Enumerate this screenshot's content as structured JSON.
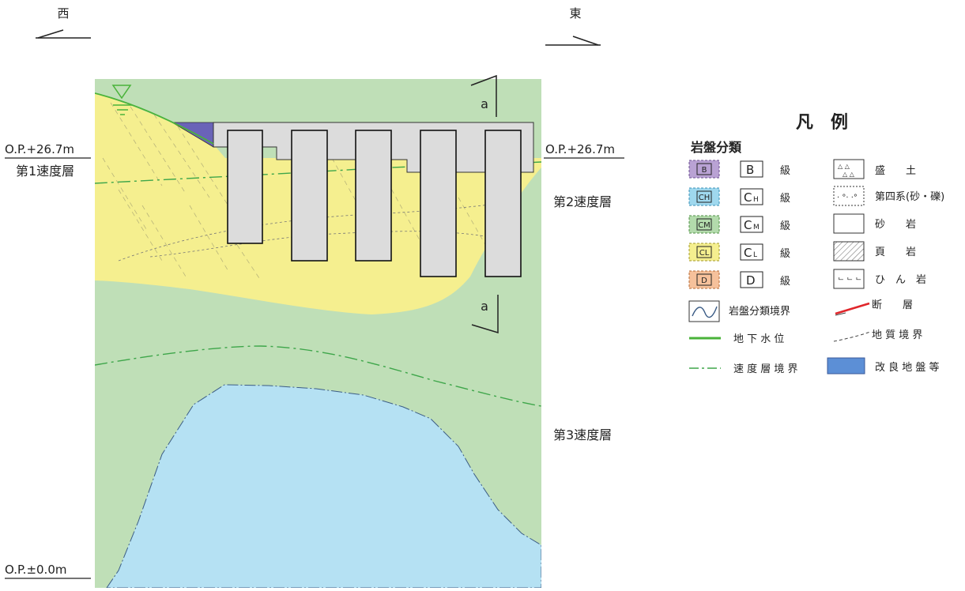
{
  "compass": {
    "west": "西",
    "east": "東"
  },
  "section_mark": {
    "label": "a"
  },
  "elevations": {
    "top_left": "O.P.+26.7m",
    "top_right": "O.P.+26.7m",
    "bottom": "O.P.±0.0m"
  },
  "velocity_layers": {
    "layer1": "第1速度層",
    "layer2": "第2速度層",
    "layer3": "第3速度層"
  },
  "legend": {
    "title": "凡　例",
    "rock_class_heading": "岩盤分類",
    "rock_classes": [
      {
        "code": "B",
        "sub": "",
        "grade": "級",
        "fill": "#b9a2d4",
        "border": "#6a4d8f"
      },
      {
        "code": "C",
        "sub": "H",
        "grade": "級",
        "fill": "#9fd8ee",
        "border": "#3a8fb5"
      },
      {
        "code": "C",
        "sub": "M",
        "grade": "級",
        "fill": "#b3dbac",
        "border": "#4f8f45"
      },
      {
        "code": "C",
        "sub": "L",
        "grade": "級",
        "fill": "#f5ef8f",
        "border": "#a39a2a"
      },
      {
        "code": "D",
        "sub": "",
        "grade": "級",
        "fill": "#f6c19b",
        "border": "#b56a36"
      }
    ],
    "lithology": [
      "盛　　土",
      "第四系(砂・礫)",
      "砂　　岩",
      "頁　　岩",
      "ひ　ん　岩"
    ],
    "lines": {
      "rock_boundary": "岩盤分類境界",
      "fault": "断　　層",
      "groundwater": "地 下 水 位",
      "geo_boundary": "地 質 境 界",
      "velocity_boundary": "速 度 層 境 界",
      "improved_ground": "改 良 地 盤 等"
    }
  },
  "colors": {
    "cl_yellow": "#f5ef8f",
    "cm_green": "#bfdfb7",
    "ch_blue": "#b5e1f3",
    "structure_gray": "#dcdcdc",
    "improved_blue": "#5c8fd6",
    "groundwater_green": "#4ab33a",
    "fault_red": "#e0262b"
  }
}
